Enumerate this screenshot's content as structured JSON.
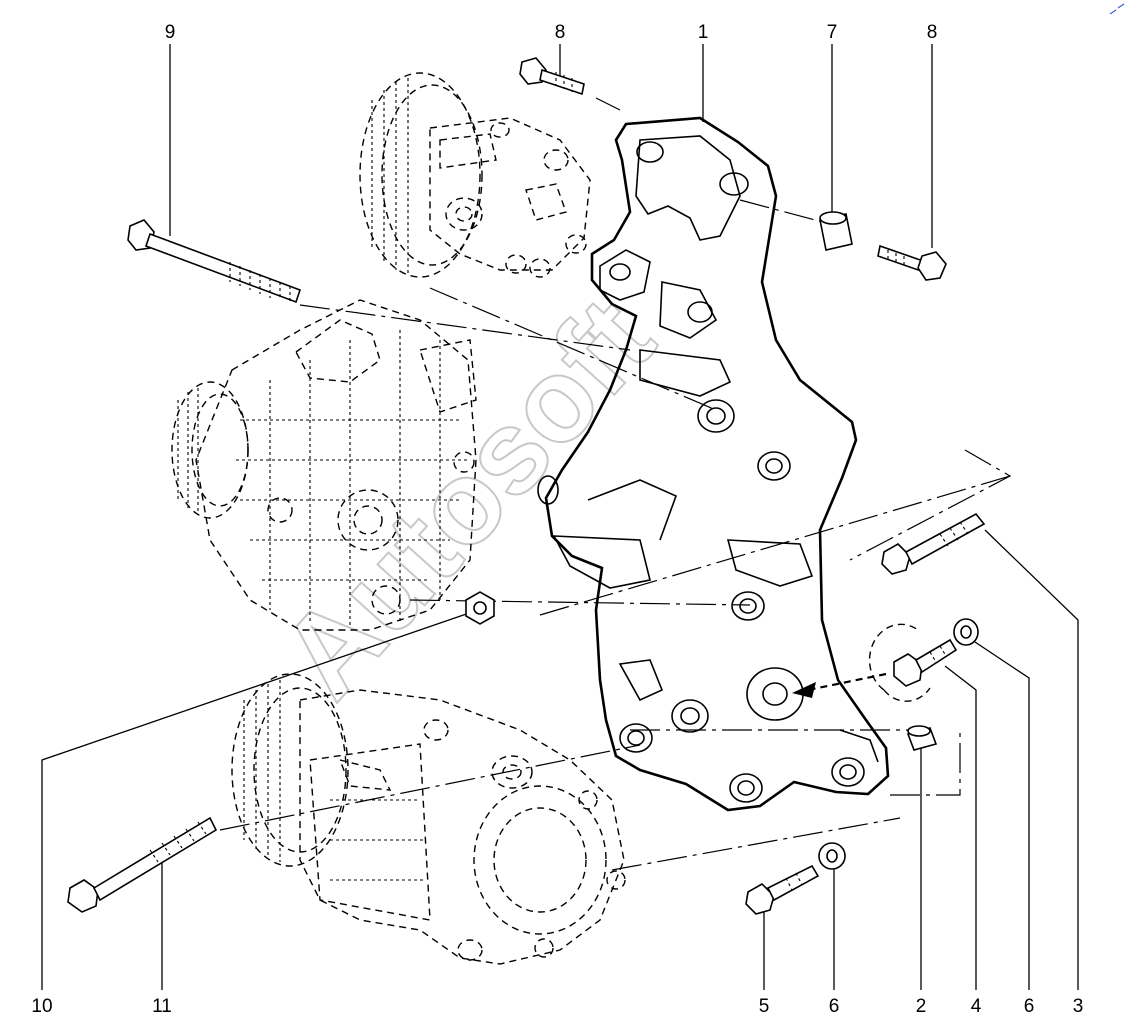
{
  "labels": {
    "l9": "9",
    "l8a": "8",
    "l1": "1",
    "l7": "7",
    "l8b": "8",
    "l10": "10",
    "l11": "11",
    "l5": "5",
    "l6a": "6",
    "l2": "2",
    "l4": "4",
    "l6b": "6",
    "l3": "3"
  },
  "watermark": "Autosoft"
}
